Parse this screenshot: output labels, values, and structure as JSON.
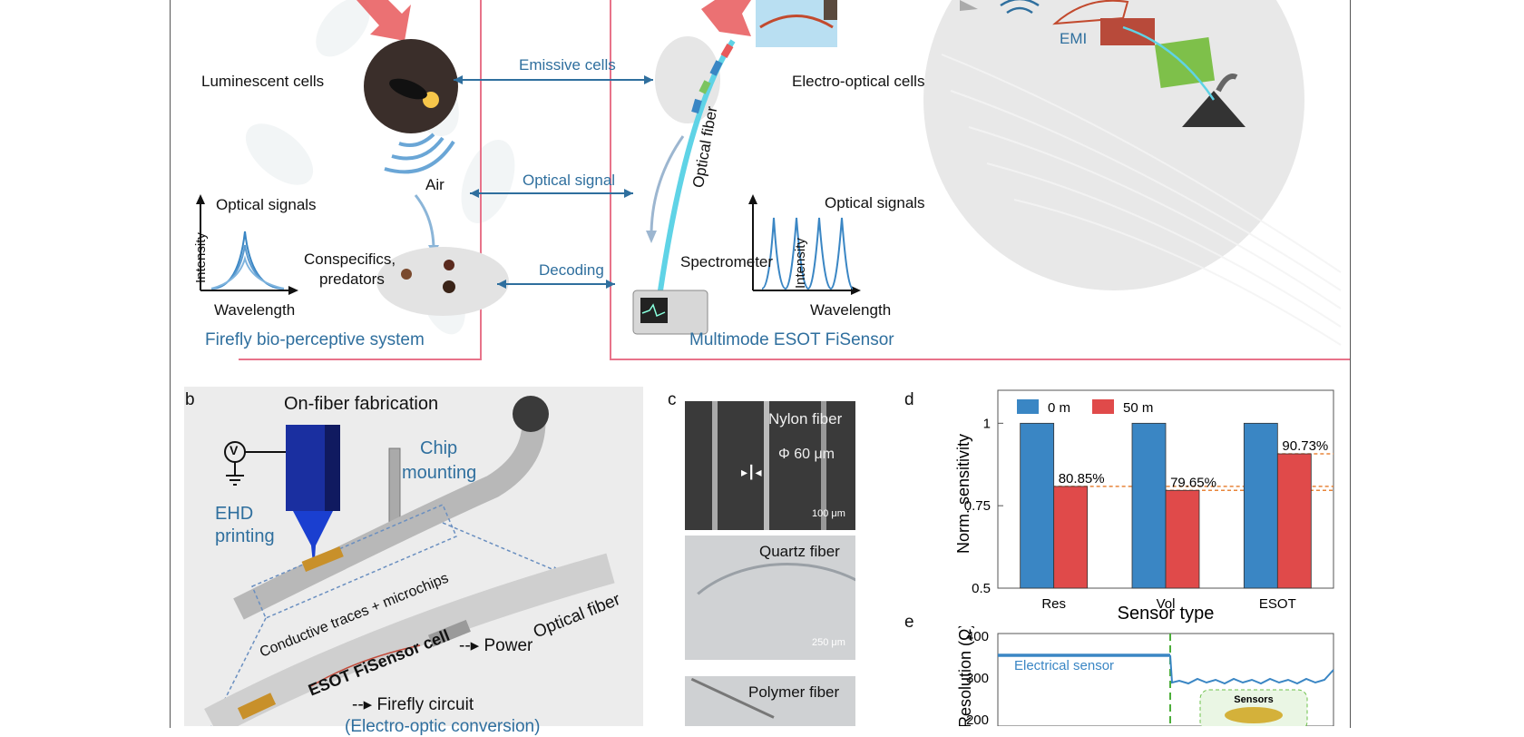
{
  "panel_a": {
    "luminescent_cells": "Luminescent cells",
    "emissive_cells": "Emissive cells",
    "electro_optical_cells": "Electro-optical cells",
    "air": "Air",
    "optical_signal": "Optical signal",
    "optical_fiber": "Optical fiber",
    "emi": "EMI",
    "left_plot": {
      "title": "Optical signals",
      "ylabel": "Intensity",
      "xlabel": "Wavelength"
    },
    "right_plot": {
      "title": "Optical signals",
      "ylabel": "Intensity",
      "xlabel": "Wavelength"
    },
    "conspecifics": "Conspecifics,",
    "predators": "predators",
    "decoding": "Decoding",
    "spectrometer": "Spectrometer",
    "left_system": "Firefly bio-perceptive system",
    "right_system": "Multimode ESOT FiSensor"
  },
  "panel_b": {
    "letter": "b",
    "title": "On-fiber fabrication",
    "voltage": "V",
    "chip_1": "Chip",
    "chip_2": "mounting",
    "ehd_1": "EHD",
    "ehd_2": "printing",
    "traces": "Conductive traces + microchips",
    "cell": "ESOT FiSensor cell",
    "optical_fiber": "Optical fiber",
    "power": "Power",
    "firefly_circuit": "Firefly circuit",
    "conversion": "(Electro-optic conversion)"
  },
  "panel_c": {
    "letter": "c",
    "nylon": "Nylon fiber",
    "diameter": "Φ 60 μm",
    "scale1": "100 μm",
    "quartz": "Quartz fiber",
    "scale2": "250 μm",
    "polymer": "Polymer fiber"
  },
  "panel_e": {
    "letter": "e",
    "ylabel": "Resolution (Ω)",
    "ticks": [
      "400",
      "300",
      "200"
    ],
    "series_label": "Electrical sensor",
    "inset_label": "Sensors"
  },
  "chart_data": {
    "type": "bar",
    "panel_letter": "d",
    "categories": [
      "Res",
      "Vol",
      "ESOT"
    ],
    "series": [
      {
        "name": "0 m",
        "values": [
          1,
          1,
          1
        ],
        "color": "#3a86c4"
      },
      {
        "name": "50 m",
        "values": [
          0.8085,
          0.7965,
          0.9073
        ],
        "color": "#e04a4a"
      }
    ],
    "data_labels": [
      "80.85%",
      "79.65%",
      "90.73%"
    ],
    "xlabel": "Sensor type",
    "ylabel": "Norm. sensitivity",
    "ylim": [
      0.5,
      1.1
    ],
    "yticks": [
      0.5,
      0.75,
      1
    ],
    "ytick_labels": [
      "0.5",
      "0.75",
      "1"
    ],
    "legend": "top-left"
  }
}
